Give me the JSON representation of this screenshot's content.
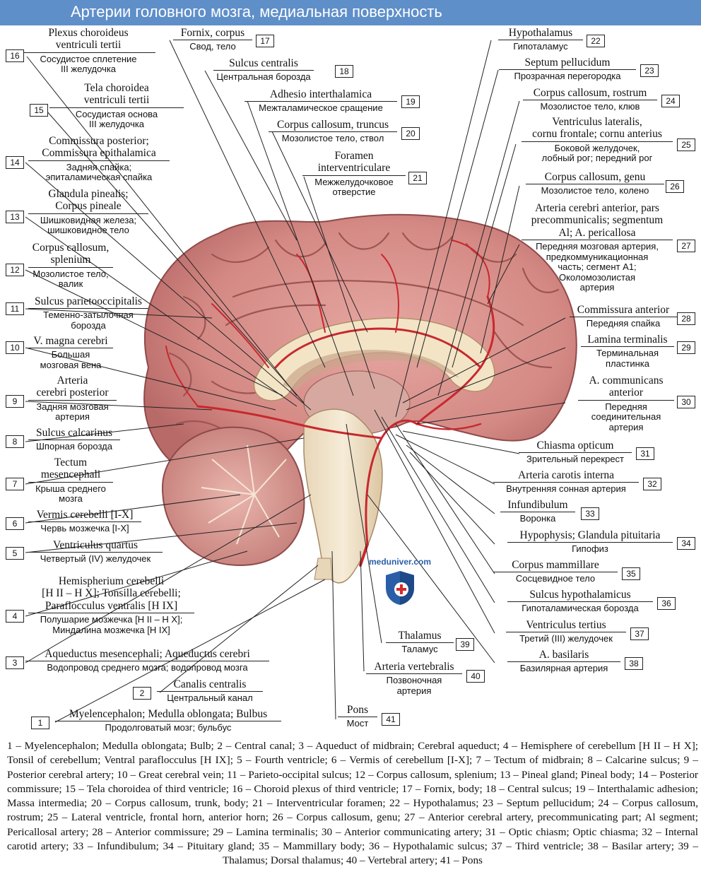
{
  "title": "Артерии головного мозга, медиальная поверхность",
  "watermark": "meduniver.com",
  "colors": {
    "header": "#5f8fc9",
    "artery": "#c8282e",
    "brain_tissue": "#d9908e",
    "white_matter": "#f0e2c8"
  },
  "labels_left": [
    {
      "num": "16",
      "latin": "Plexus choroideus\nventriculi tertii",
      "russian": "Сосудистое сплетение\nIII желудочка"
    },
    {
      "num": "15",
      "latin": "Tela choroidea\nventriculi tertii",
      "russian": "Сосудистая основа\nIII желудочка"
    },
    {
      "num": "14",
      "latin": "Commissura posterior;\nCommissura epithalamica",
      "russian": "Задняя спайка;\nэпиталамическая спайка"
    },
    {
      "num": "13",
      "latin": "Glandula pinealis;\nCorpus pineale",
      "russian": "Шишковидная железа;\nшишковидное тело"
    },
    {
      "num": "12",
      "latin": "Corpus callosum,\nsplenium",
      "russian": "Мозолистое тело,\nвалик"
    },
    {
      "num": "11",
      "latin": "Sulcus parietooccipitalis",
      "russian": "Теменно-затылочная\nборозда"
    },
    {
      "num": "10",
      "latin": "V. magna cerebri",
      "russian": "Большая\nмозговая вена"
    },
    {
      "num": "9",
      "latin": "Arteria\ncerebri posterior",
      "russian": "Задняя мозговая\nартерия"
    },
    {
      "num": "8",
      "latin": "Sulcus calcarinus",
      "russian": "Шпорная борозда"
    },
    {
      "num": "7",
      "latin": "Tectum\nmesencephali",
      "russian": "Крыша среднего\nмозга"
    },
    {
      "num": "6",
      "latin": "Vermis cerebelli [I-X]",
      "russian": "Червь мозжечка [I-X]"
    },
    {
      "num": "5",
      "latin": "Ventriculus quartus",
      "russian": "Четвертый (IV) желудочек"
    },
    {
      "num": "4",
      "latin": "Hemispherium cerebelli\n[H II – H X]; Tonsilla cerebelli;\nParaflocculus ventralis [H IX]",
      "russian": "Полушарие мозжечка [H II – H X];\nМиндалина мозжечка [H IX]"
    },
    {
      "num": "3",
      "latin": "Aqueductus mesencephali; Aqueductus cerebri",
      "russian": "Водопровод среднего мозга; водопровод мозга"
    },
    {
      "num": "2",
      "latin": "Canalis centralis",
      "russian": "Центральный канал"
    },
    {
      "num": "1",
      "latin": "Myelencephalon; Medulla oblongata; Bulbus",
      "russian": "Продолговатый мозг; бульбус"
    }
  ],
  "labels_top": [
    {
      "num": "17",
      "latin": "Fornix, corpus",
      "russian": "Свод, тело"
    },
    {
      "num": "18",
      "latin": "Sulcus centralis",
      "russian": "Центральная борозда"
    },
    {
      "num": "19",
      "latin": "Adhesio interthalamica",
      "russian": "Межталамическое сращение"
    },
    {
      "num": "20",
      "latin": "Corpus callosum, truncus",
      "russian": "Мозолистое тело, ствол"
    },
    {
      "num": "21",
      "latin": "Foramen\ninterventriculare",
      "russian": "Межжелудочковое\nотверстие"
    }
  ],
  "labels_right": [
    {
      "num": "22",
      "latin": "Hypothalamus",
      "russian": "Гипоталамус"
    },
    {
      "num": "23",
      "latin": "Septum pellucidum",
      "russian": "Прозрачная перегородка"
    },
    {
      "num": "24",
      "latin": "Corpus callosum, rostrum",
      "russian": "Мозолистое тело, клюв"
    },
    {
      "num": "25",
      "latin": "Ventriculus lateralis,\ncornu frontale; cornu anterius",
      "russian": "Боковой желудочек,\nлобный рог; передний рог"
    },
    {
      "num": "26",
      "latin": "Corpus callosum, genu",
      "russian": "Мозолистое тело, колено"
    },
    {
      "num": "27",
      "latin": "Arteria cerebri anterior, pars\nprecommunicalis; segmentum\nAl; A. pericallosa",
      "russian": "Передняя мозговая артерия,\nпредкоммуникационная\nчасть; сегмент А1;\nОколомозолистая\nартерия"
    },
    {
      "num": "28",
      "latin": "Commissura anterior",
      "russian": "Передняя спайка"
    },
    {
      "num": "29",
      "latin": "Lamina terminalis",
      "russian": "Терминальная\nпластинка"
    },
    {
      "num": "30",
      "latin": "A. communicans\nanterior",
      "russian": "Передняя\nсоединительная\nартерия"
    },
    {
      "num": "31",
      "latin": "Chiasma opticum",
      "russian": "Зрительный перекрест"
    },
    {
      "num": "32",
      "latin": "Arteria carotis interna",
      "russian": "Внутренняя сонная артерия"
    },
    {
      "num": "33",
      "latin": "Infundibulum",
      "russian": "Воронка"
    },
    {
      "num": "34",
      "latin": "Hypophysis; Glandula pituitaria",
      "russian": "Гипофиз"
    },
    {
      "num": "35",
      "latin": "Corpus mammillare",
      "russian": "Сосцевидное тело"
    },
    {
      "num": "36",
      "latin": "Sulcus hypothalamicus",
      "russian": "Гипоталамическая борозда"
    },
    {
      "num": "37",
      "latin": "Ventriculus tertius",
      "russian": "Третий (III) желудочек"
    },
    {
      "num": "38",
      "latin": "A. basilaris",
      "russian": "Базилярная артерия"
    }
  ],
  "labels_bottom": [
    {
      "num": "39",
      "latin": "Thalamus",
      "russian": "Таламус"
    },
    {
      "num": "40",
      "latin": "Arteria vertebralis",
      "russian": "Позвоночная\nартерия"
    },
    {
      "num": "41",
      "latin": "Pons",
      "russian": "Мост"
    }
  ],
  "caption": "1 – Myelencephalon; Medulla oblongata; Bulb; 2 – Central canal; 3 – Aqueduct of midbrain; Cerebral aqueduct; 4 – Hemisphere of cerebellum [H II – H X]; Tonsil of cerebellum; Ventral paraflocculus [H IX]; 5 – Fourth ventricle; 6 – Vermis of cerebellum [I-X]; 7 – Tectum of midbrain; 8 – Calcarine sulcus; 9 – Posterior cerebral artery; 10 – Great cerebral vein; 11 – Parieto-occipital sulcus; 12 – Corpus callosum, splenium; 13 – Pineal gland; Pineal body; 14 – Posterior commissure; 15 – Tela choroidea of third ventricle; 16 – Choroid plexus of third ventricle; 17 – Fornix, body; 18 – Central sulcus; 19 – Interthalamic adhesion; Massa intermedia; 20 – Corpus callosum, trunk, body; 21 – Interventricular foramen; 22 – Hypothalamus; 23 – Septum pellucidum; 24 – Corpus callosum, rostrum; 25 – Lateral ventricle, frontal horn, anterior horn; 26 – Corpus callosum, genu; 27 – Anterior cerebral artery, precommunicating part; Al segment; Pericallosal artery; 28 – Anterior commissure; 29 – Lamina terminalis; 30 – Anterior communicating artery; 31 – Optic chiasm; Optic chiasma; 32 – Internal carotid artery; 33 – Infundibulum; 34 – Pituitary gland; 35 – Mammillary body; 36 – Hypothalamic sulcus; 37 – Third ventricle; 38 – Basilar artery; 39 – Thalamus; Dorsal thalamus; 40 – Vertebral artery; 41 – Pons"
}
